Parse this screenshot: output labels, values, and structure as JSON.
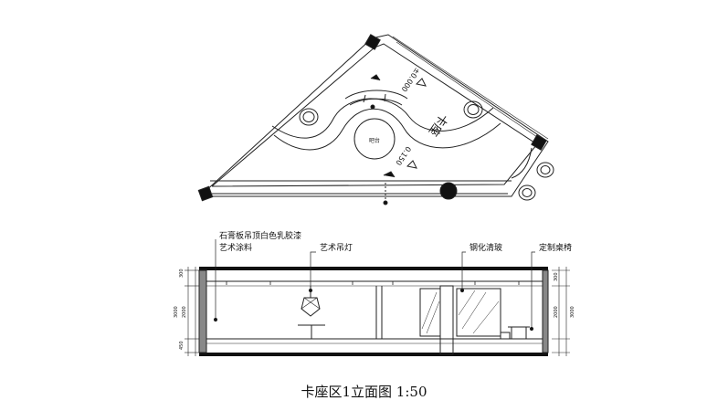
{
  "caption": "卡座区1立面图 1:50",
  "plan": {
    "zone_label": "卡座",
    "table_label": "吧台",
    "level_1": "±0.000",
    "level_2": "0.150"
  },
  "elevation": {
    "callouts": {
      "ceiling": "石膏板吊顶白色乳胶漆",
      "paint": "艺术涂料",
      "lamp": "艺术吊灯",
      "glass": "钢化清玻",
      "seat": "定制桌椅"
    },
    "dims_left": [
      "300",
      "2000",
      "450",
      "3000"
    ],
    "dims_right": [
      "300",
      "2000",
      "3000"
    ]
  }
}
